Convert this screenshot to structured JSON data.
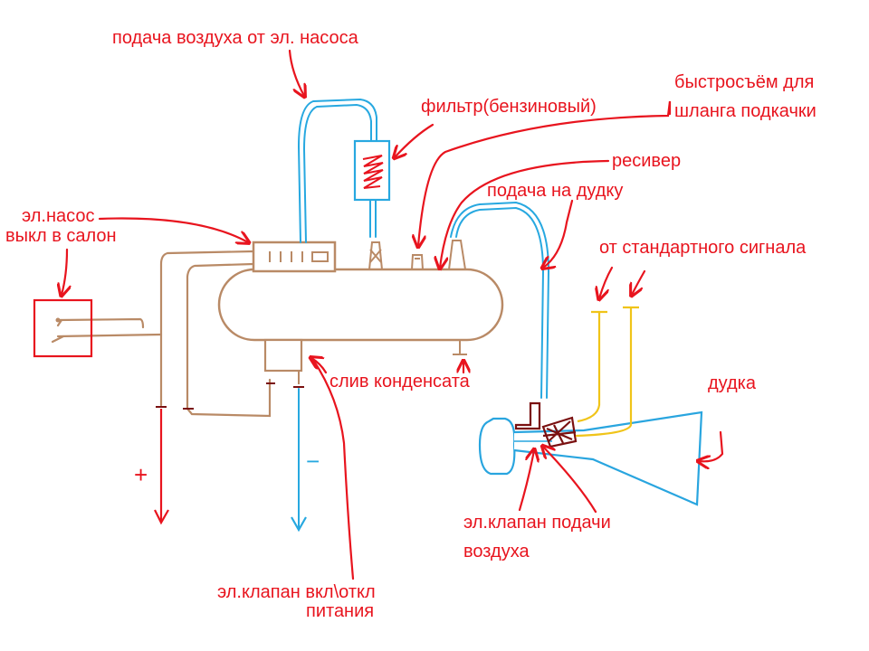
{
  "labels": {
    "air_supply": "подача воздуха от эл. насоса",
    "filter": "фильтр(бензиновый)",
    "quick_connect_line1": "быстросъём для",
    "quick_connect_line2": "шланга подкачки",
    "receiver": "ресивер",
    "horn_feed": "подача на дудку",
    "from_standard_signal": "от стандартного сигнала",
    "pump_line1": "эл.насос",
    "pump_line2": "выкл в салон",
    "condensate_drain": "слив конденсата",
    "horn": "дудка",
    "air_valve_line1": "эл.клапан подачи",
    "air_valve_line2": "воздуха",
    "power_valve_line1": "эл.клапан вкл\\откл",
    "power_valve_line2": "питания",
    "plus_sign": "+",
    "minus_sign": "−"
  },
  "colors": {
    "label": "#e8141e",
    "air_line": "#27a8e0",
    "wire": "#b98a66",
    "signal_wire": "#f0c419",
    "valve": "#7a1010",
    "horn_outline": "#29a5df"
  }
}
